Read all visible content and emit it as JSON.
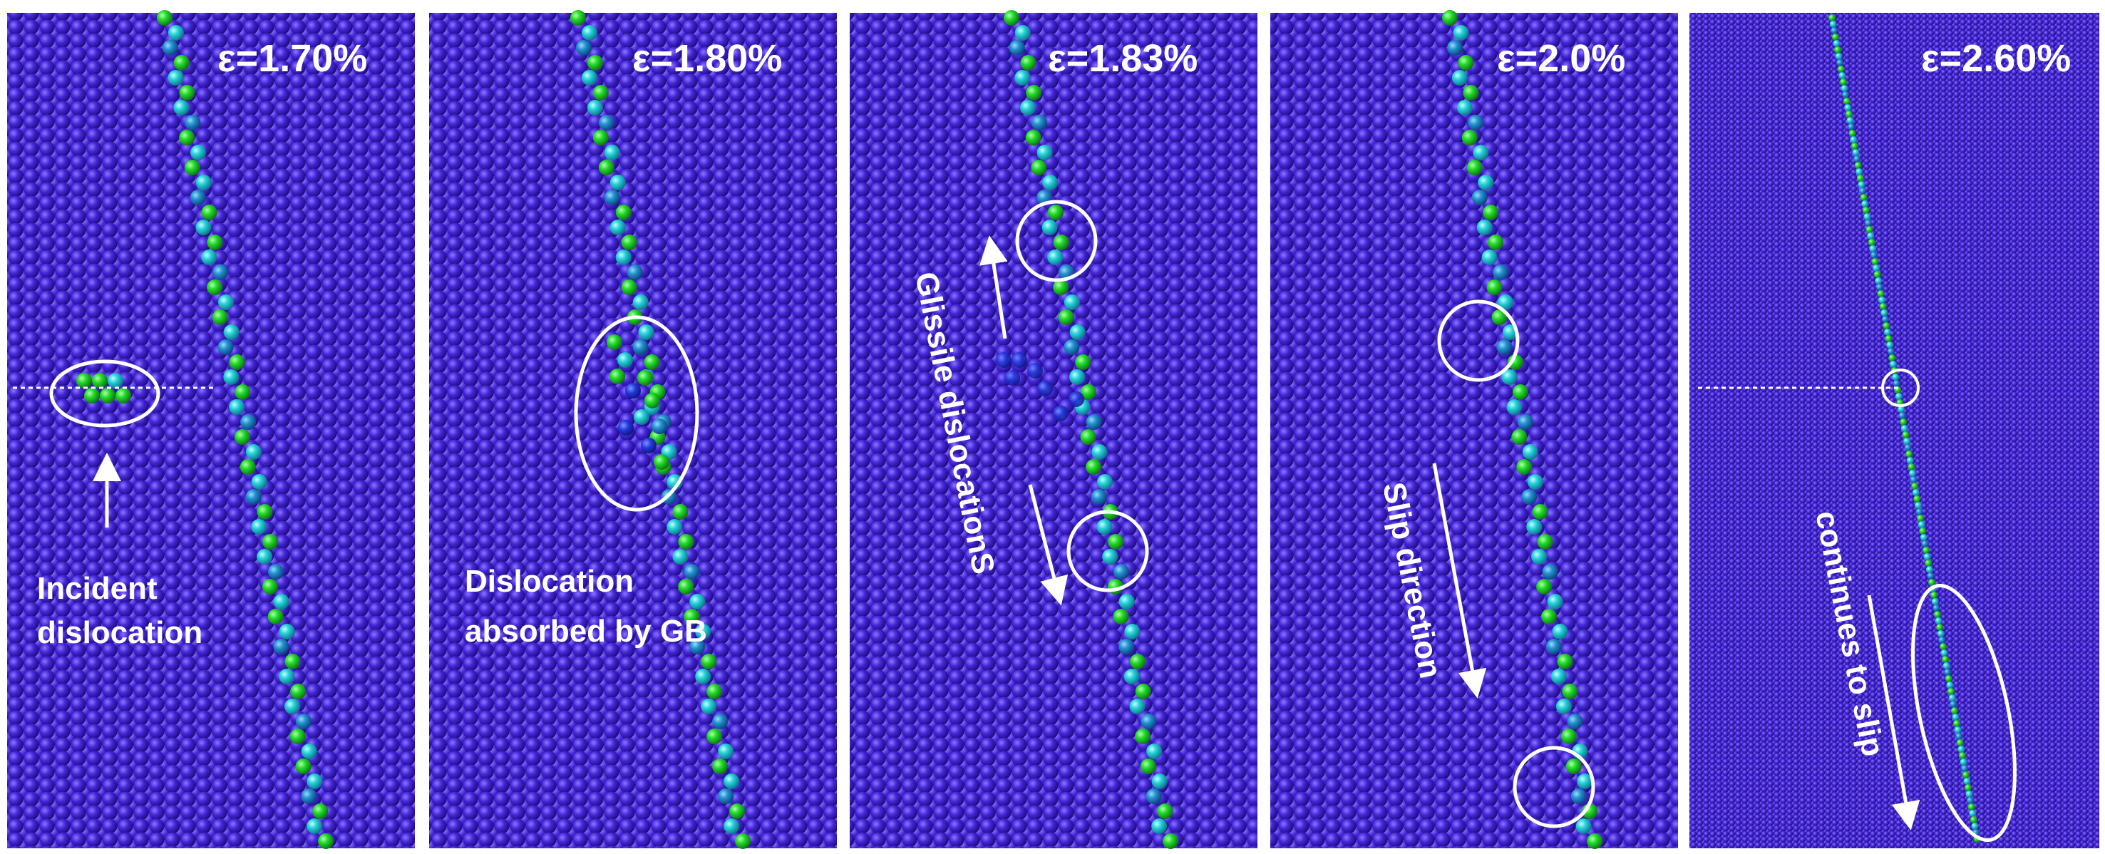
{
  "panels": [
    {
      "strain_label": "ε=1.70%",
      "annotation_lines": [
        "Incident",
        "dislocation"
      ]
    },
    {
      "strain_label": "ε=1.80%",
      "annotation_lines": [
        "Dislocation",
        "absorbed by GB"
      ]
    },
    {
      "strain_label": "ε=1.83%",
      "annotation_lines": [
        "Glissile dislocationS"
      ]
    },
    {
      "strain_label": "ε=2.0%",
      "annotation_lines": [
        "Slip direction"
      ]
    },
    {
      "strain_label": "ε=2.60%",
      "annotation_lines": [
        "continues to slip"
      ]
    }
  ],
  "colors": {
    "lattice_background": "#3b16c8",
    "lattice_atom": "#4a2ad6",
    "lattice_highlight": "#7a64f0",
    "gb_green": "#1ed42a",
    "gb_cyan": "#22c8cf",
    "gb_teal": "#1f93c8",
    "disordered_blue": "#2a3adc",
    "annotation": "#ffffff",
    "separator": "#ffffff"
  }
}
